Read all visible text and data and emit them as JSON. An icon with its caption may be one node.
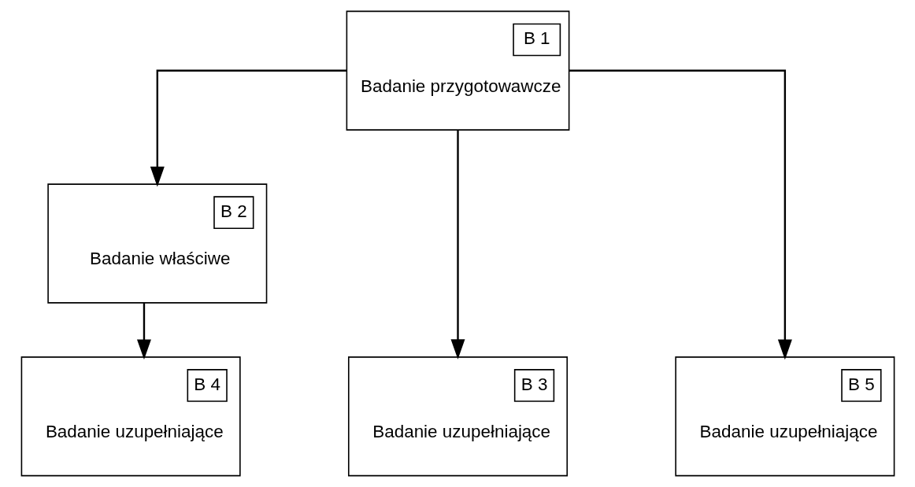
{
  "diagram": {
    "nodes": [
      {
        "text": [
          "B 1",
          "Badanie przygotowawcze"
        ]
      },
      {
        "text": [
          "B 2",
          "Badanie właściwe"
        ]
      },
      {
        "text": [
          "B 3",
          "Badanie uzupełniające"
        ]
      },
      {
        "text": [
          "B 4",
          "Badanie uzupełniające"
        ]
      },
      {
        "text": [
          "B 5",
          "Badanie uzupełniające"
        ]
      }
    ],
    "edges": [
      {
        "from": 0,
        "to": 1,
        "arrow": "to"
      },
      {
        "from": 0,
        "to": 2,
        "arrow": "to"
      },
      {
        "from": 0,
        "to": 4,
        "arrow": "to"
      },
      {
        "from": 1,
        "to": 3,
        "arrow": "to"
      }
    ]
  }
}
